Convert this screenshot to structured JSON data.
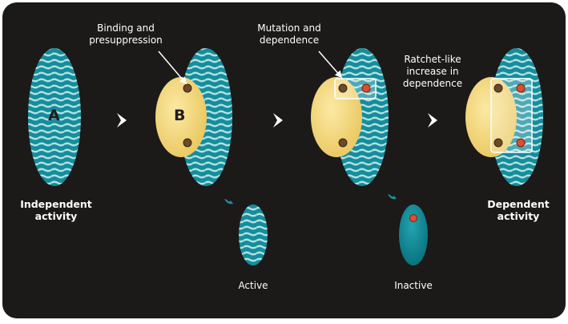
{
  "labels": {
    "a_letter": "A",
    "b_letter": "B",
    "binding_line1": "Binding and",
    "binding_line2": "presuppression",
    "mutation_line1": "Mutation and",
    "mutation_line2": "dependence",
    "ratchet_line1": "Ratchet-like",
    "ratchet_line2": "increase in",
    "ratchet_line3": "dependence",
    "independent_line1": "Independent",
    "independent_line2": "activity",
    "dependent_line1": "Dependent",
    "dependent_line2": "activity",
    "active": "Active",
    "inactive": "Inactive"
  },
  "colors": {
    "background": "#ffffff",
    "panel": "#1b1a18",
    "teal": "#138e9c",
    "stripe": "#b6dde0",
    "yellow": "#f5d97c",
    "inactive_teal": "#0d7f8d",
    "site_brown": "#6b4a2a",
    "site_red": "#d9502f",
    "text": "#ffffff"
  },
  "icons": [
    "chevron-right-icon",
    "curved-arrow-icon",
    "binding-site-icon",
    "mutation-site-icon"
  ]
}
